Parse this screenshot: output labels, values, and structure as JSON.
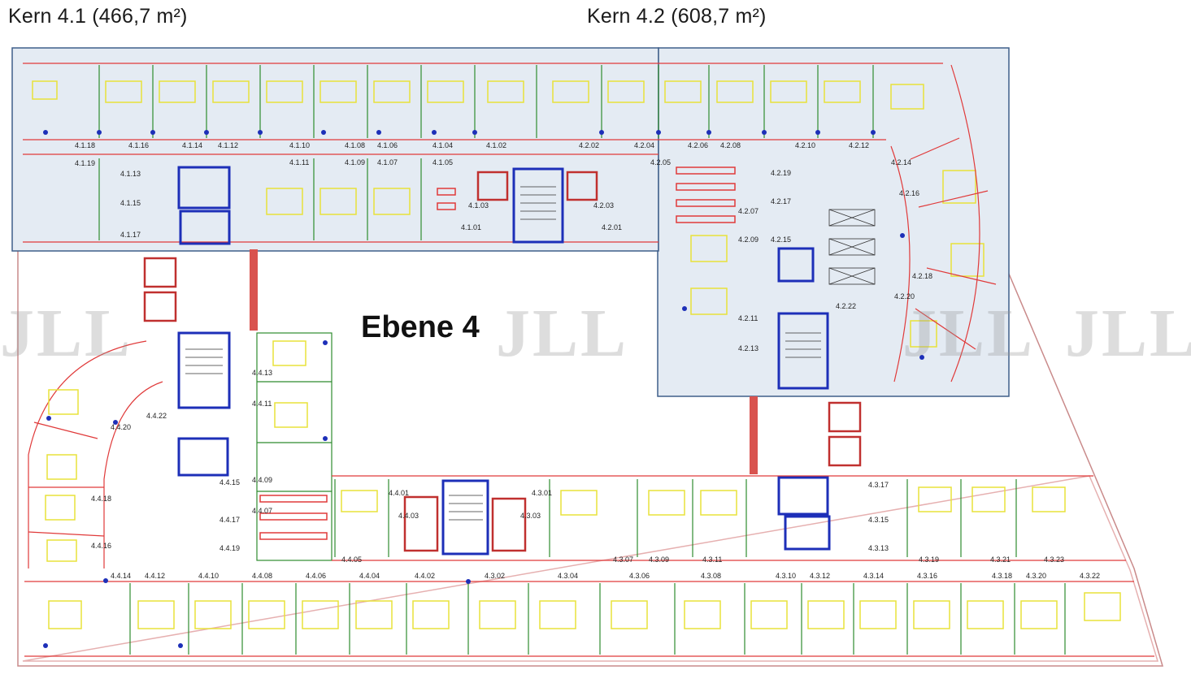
{
  "header": {
    "kern_41": "Kern 4.1 (466,7 m²)",
    "kern_42": "Kern 4.2 (608,7 m²)"
  },
  "level": "Ebene 4",
  "watermark": "JLL",
  "colors": {
    "kern_fill": "#e4ebf3",
    "kern_border": "#3f5f8a",
    "wall_red": "#e03a3a",
    "core_blue": "#1d2fb8",
    "furniture_yellow": "#e8e23a",
    "corridor_red": "#d9534f"
  },
  "rooms": {
    "top_row_41": [
      "4.1.18",
      "4.1.16",
      "4.1.14",
      "4.1.12",
      "4.1.10",
      "4.1.08",
      "4.1.06",
      "4.1.04",
      "4.1.02"
    ],
    "inner_41": [
      "4.1.19",
      "4.1.13",
      "4.1.15",
      "4.1.17",
      "4.1.11",
      "4.1.09",
      "4.1.07",
      "4.1.05",
      "4.1.03",
      "4.1.01"
    ],
    "top_row_42": [
      "4.2.02",
      "4.2.04",
      "4.2.06",
      "4.2.08",
      "4.2.10",
      "4.2.12"
    ],
    "inner_42": [
      "4.2.03",
      "4.2.01",
      "4.2.05",
      "4.2.07",
      "4.2.09",
      "4.2.11",
      "4.2.13",
      "4.2.19",
      "4.2.17",
      "4.2.15",
      "4.2.14",
      "4.2.16",
      "4.2.18",
      "4.2.20",
      "4.2.22"
    ],
    "wing_44": [
      "4.4.13",
      "4.4.11",
      "4.4.09",
      "4.4.07",
      "4.4.05",
      "4.4.01",
      "4.4.03",
      "4.4.15",
      "4.4.17",
      "4.4.19",
      "4.4.20",
      "4.4.22",
      "4.4.18",
      "4.4.16"
    ],
    "bottom_44": [
      "4.4.14",
      "4.4.12",
      "4.4.10",
      "4.4.08",
      "4.4.06",
      "4.4.04",
      "4.4.02"
    ],
    "wing_43": [
      "4.3.01",
      "4.3.03",
      "4.3.07",
      "4.3.09",
      "4.3.11",
      "4.3.17",
      "4.3.15",
      "4.3.13",
      "4.3.19",
      "4.3.21",
      "4.3.23"
    ],
    "bottom_43": [
      "4.3.02",
      "4.3.04",
      "4.3.06",
      "4.3.08",
      "4.3.10",
      "4.3.12",
      "4.3.14",
      "4.3.16",
      "4.3.18",
      "4.3.20",
      "4.3.22"
    ]
  }
}
